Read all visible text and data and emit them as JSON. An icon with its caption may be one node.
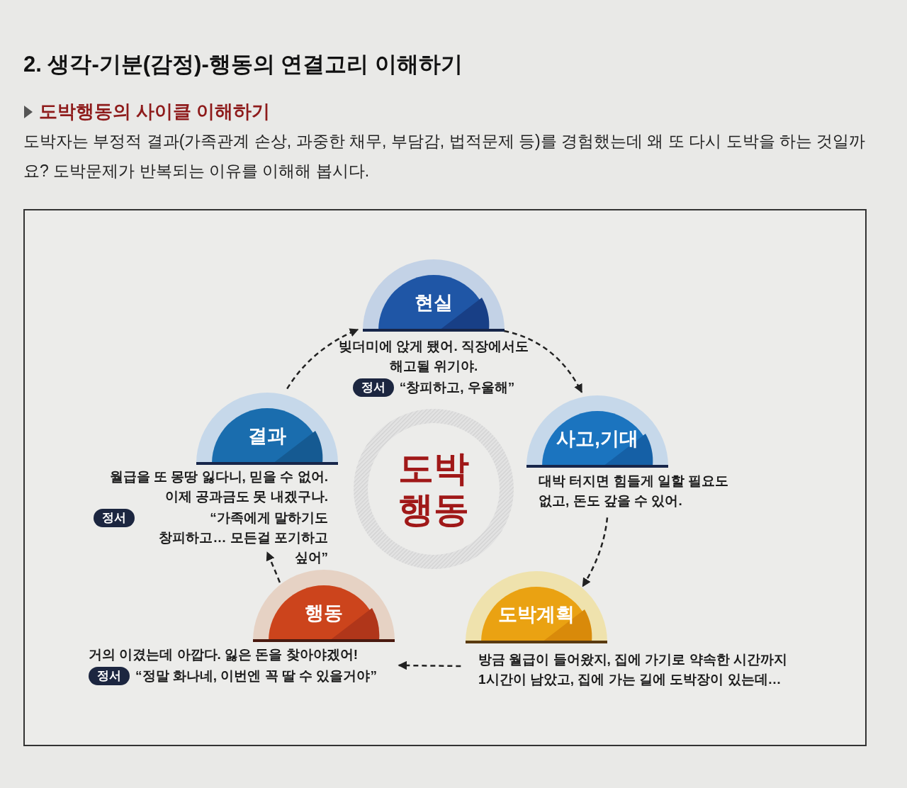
{
  "diagram": {
    "title": "2. 생각-기분(감정)-행동의 연결고리 이해하기",
    "labels": [
      "도박행동의 사이클 이해하기",
      "도박자는 부정적 결과(가족관계 손상, 과중한 채무, 부담감, 법적문제 등)를 경험했는데 왜 또 다시 도박을 하는 것일까요? 도박문제가 반복되는 이유를 이해해 봅시다."
    ],
    "nodes": [
      {
        "text": [
          "현실",
          "빚더미에 앉게 됐어. 직장에서도 해고될 위기야.",
          "정서",
          "“창피하고, 우울해”"
        ]
      },
      {
        "text": [
          "사고,기대",
          "대박 터지면 힘들게 일할 필요도 없고, 돈도 갚을 수 있어."
        ]
      },
      {
        "text": [
          "도박계획",
          "방금 월급이 들어왔지, 집에 가기로 약속한 시간까지 1시간이 남았고, 집에 가는 길에 도박장이 있는데…"
        ]
      },
      {
        "text": [
          "행동",
          "거의 이겼는데 아깝다. 잃은 돈을 찾아야겠어!",
          "정서",
          "“정말 화나네, 이번엔 꼭 딸 수 있을거야”"
        ]
      },
      {
        "text": [
          "결과",
          "월급을 또 몽땅 잃다니, 믿을 수 없어. 이제 공과금도 못 내겠구나.",
          "정서",
          "“가족에게 말하기도 창피하고… 모든걸 포기하고 싶어”"
        ]
      },
      {
        "text": [
          "도박행동"
        ]
      }
    ],
    "edges": [
      {
        "from": 0,
        "to": 1,
        "arrow": "to",
        "style": "dashed"
      },
      {
        "from": 1,
        "to": 2,
        "arrow": "to",
        "style": "dashed"
      },
      {
        "from": 2,
        "to": 3,
        "arrow": "to",
        "style": "dashed"
      },
      {
        "from": 3,
        "to": 4,
        "arrow": "to",
        "style": "dashed"
      },
      {
        "from": 4,
        "to": 0,
        "arrow": "to",
        "style": "dashed"
      }
    ]
  }
}
